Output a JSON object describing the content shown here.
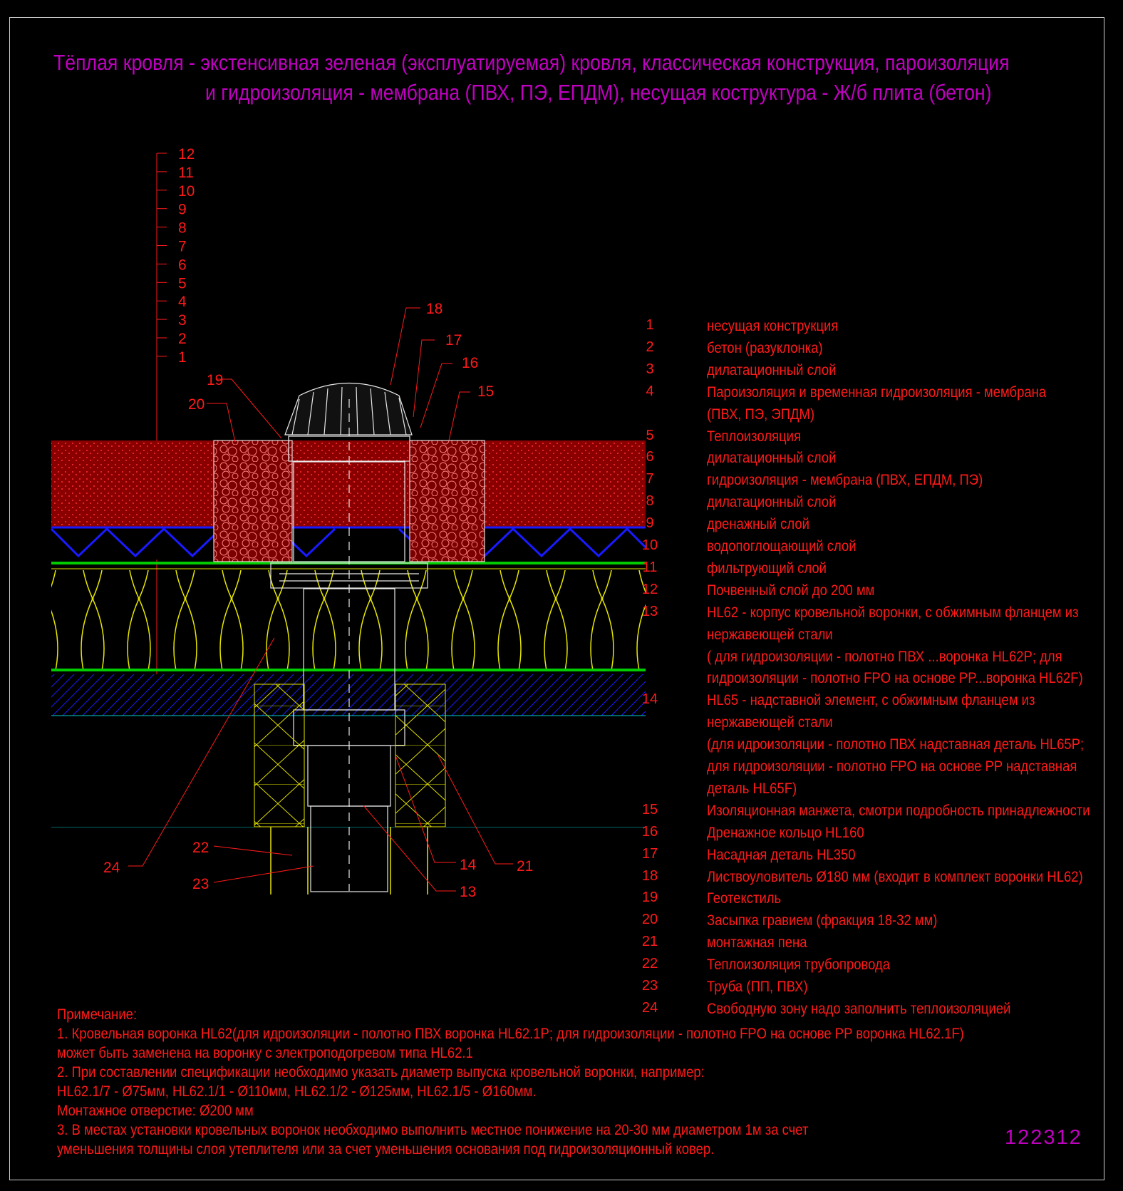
{
  "title": {
    "line1": "Тёплая кровля - экстенсивная зеленая (эксплуатируемая) кровля, классическая конструкция, пароизоляция",
    "line2": "и гидроизоляция - мембрана (ПВХ, ПЭ, ЕПДМ), несущая коструктура - Ж/б плита (бетон)"
  },
  "layer_scale": [
    "12",
    "11",
    "10",
    "9",
    "8",
    "7",
    "6",
    "5",
    "4",
    "3",
    "2",
    "1"
  ],
  "callouts": [
    "18",
    "17",
    "16",
    "15",
    "19",
    "20",
    "24",
    "22",
    "23",
    "14",
    "21",
    "13"
  ],
  "legend": [
    {
      "num": "1",
      "text": "несущая конструкция"
    },
    {
      "num": "2",
      "text": "бетон (разуклонка)"
    },
    {
      "num": "3",
      "text": "дилатационный слой"
    },
    {
      "num": "4",
      "text": "Пароизоляция и временная гидроизоляция - мембрана"
    },
    {
      "num": "",
      "text": "(ПВХ, ПЭ, ЭПДМ)"
    },
    {
      "num": "5",
      "text": "Теплоизоляция"
    },
    {
      "num": "6",
      "text": "дилатационный слой"
    },
    {
      "num": "7",
      "text": "гидроизоляция - мембрана (ПВХ, ЕПДМ, ПЭ)"
    },
    {
      "num": "8",
      "text": "дилатационный слой"
    },
    {
      "num": "9",
      "text": "дренажный   слой"
    },
    {
      "num": "10",
      "text": "водопоглощающий слой"
    },
    {
      "num": "11",
      "text": "фильтрующий слой"
    },
    {
      "num": "12",
      "text": "Почвенный слой до 200 мм"
    },
    {
      "num": "13",
      "text": "HL62 - корпус кровельной воронки, с обжимным фланцем из"
    },
    {
      "num": "",
      "text": "нержавеющей стали"
    },
    {
      "num": "",
      "text": " ( для гидроизоляции - полотно ПВХ ...воронка HL62P; для"
    },
    {
      "num": "",
      "text": "  гидроизоляции -  полотно FPO на основе PP...воронка HL62F)"
    },
    {
      "num": "14",
      "text": "HL65 - надставной элемент, с обжимным фланцем из"
    },
    {
      "num": "",
      "text": "нержавеющей стали"
    },
    {
      "num": "",
      "text": "(для идроизоляции - полотно ПВХ надставная деталь HL65P;"
    },
    {
      "num": "",
      "text": "для гидроизоляции -  полотно FPO на основе PP надставная"
    },
    {
      "num": "",
      "text": "деталь HL65F)"
    },
    {
      "num": "15",
      "text": "Изоляционная  манжета, смотри подробность принадлежности"
    },
    {
      "num": "16",
      "text": "Дренажное кольцо HL160"
    },
    {
      "num": "17",
      "text": "Насадная деталь HL350"
    },
    {
      "num": "18",
      "text": "Листвоуловитель Ø180 мм (входит в комплект воронки HL62)"
    },
    {
      "num": "19",
      "text": "Геотекстиль"
    },
    {
      "num": "20",
      "text": "Засыпка гравием (фракция 18-32 мм)"
    },
    {
      "num": "21",
      "text": "монтажная пена"
    },
    {
      "num": "22",
      "text": "Теплоизоляция трубопровода"
    },
    {
      "num": "23",
      "text": "Труба (ПП, ПВХ)"
    },
    {
      "num": "24",
      "text": "Свободную зону надо заполнить теплоизоляцией"
    }
  ],
  "notes": [
    "Примечание:",
    "1. Кровельная воронка HL62(для идроизоляции - полотно ПВХ воронка HL62.1P; для гидроизоляции -  полотно FPO на основе PP воронка HL62.1F)",
    "    может быть заменена на воронку с электроподогревом типа HL62.1",
    "2. При составлении спецификации необходимо указать диаметр выпуска кровельной воронки, например:",
    "    HL62.1/7 - Ø75мм, HL62.1/1 - Ø110мм, HL62.1/2 - Ø125мм, HL62.1/5 - Ø160мм.",
    "    Монтажное отверстие: Ø200 мм",
    "3. В местах установки кровельных воронок необходимо выполнить местное понижение на 20-30 мм диаметром 1м за счет",
    "    уменьшения толщины слоя утеплителя или за счет уменьшения основания под гидроизоляционный ковер."
  ],
  "drawing_code": "122312",
  "colors": {
    "title": "#c000c0",
    "text": "#ff1a1a",
    "frame": "#cfcfcf",
    "insulation": "#e6e600",
    "membrane": "#00cc00",
    "drain": "#1a1aff",
    "soil": "#a00000"
  }
}
